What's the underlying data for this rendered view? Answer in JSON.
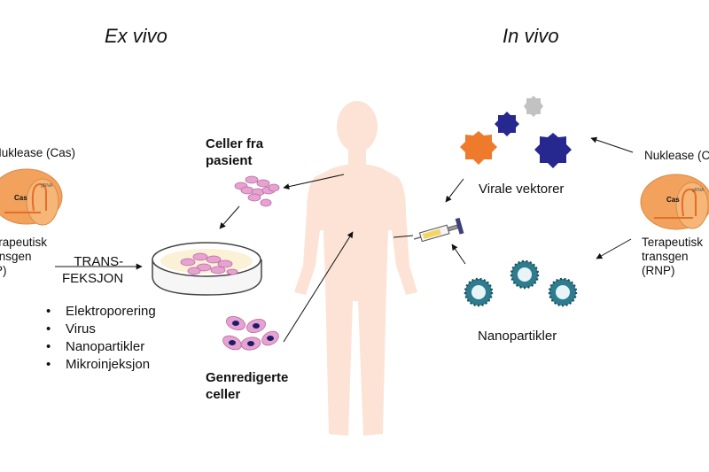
{
  "headings": {
    "ex_vivo": "Ex vivo",
    "in_vivo": "In vivo"
  },
  "left_panel": {
    "nuclease": "Nuklease (Cas)",
    "enzyme_label": "Cas",
    "grna_label": "gRNA",
    "transgene": [
      "Terapeutisk",
      "transgen",
      "(RNP)"
    ],
    "transfection": [
      "TRANS-",
      "FEKSJON"
    ],
    "methods": [
      "Elektroporering",
      "Virus",
      "Nanopartikler",
      "Mikroinjeksjon"
    ]
  },
  "center": {
    "cells_from_patient": [
      "Celler fra",
      "pasient"
    ],
    "edited_cells": [
      "Genredigerte",
      "celler"
    ]
  },
  "right_panel": {
    "viral_vectors": "Virale vektorer",
    "nanoparticles": "Nanopartikler",
    "nuclease": "Nuklease (Cas)",
    "enzyme_label": "Cas",
    "grna_label": "gRNA",
    "transgene": [
      "Terapeutisk",
      "transgen",
      "(RNP)"
    ]
  },
  "colors": {
    "body": "#fce3d6",
    "cas_protein": "#f2a25c",
    "virus_orange": "#ee7a2b",
    "virus_navy": "#27288f",
    "virus_gray": "#c2c2c2",
    "nanoparticle_ring": "#2e7d8f",
    "cell_pink": "#e7a2d1",
    "nucleus": "#1c1c6b"
  }
}
